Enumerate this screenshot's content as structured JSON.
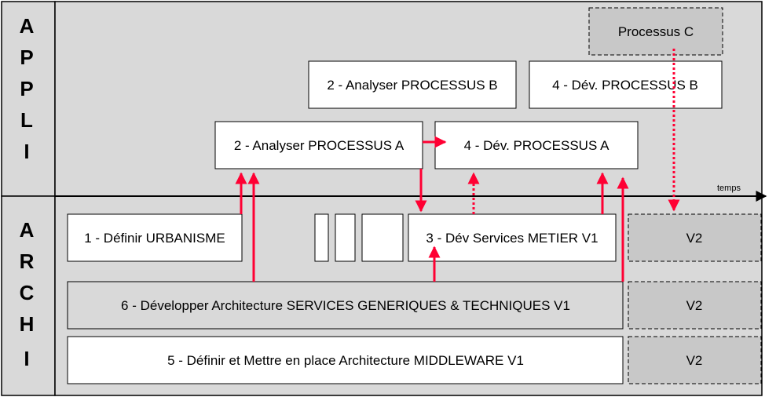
{
  "sections": {
    "appli": {
      "letters": [
        "A",
        "P",
        "P",
        "L",
        "I"
      ]
    },
    "archi": {
      "letters": [
        "A",
        "R",
        "C",
        "H",
        "I"
      ]
    }
  },
  "axis": {
    "label": "temps"
  },
  "boxes": {
    "processus_c": "Processus C",
    "analyser_b": "2 - Analyser PROCESSUS B",
    "dev_b": "4 - Dév. PROCESSUS B",
    "analyser_a": "2 - Analyser PROCESSUS A",
    "dev_a": "4 - Dév. PROCESSUS A",
    "urbanisme": "1 - Définir URBANISME",
    "services_metier": "3 - Dév Services METIER V1",
    "services_generiques": "6 - Développer Architecture SERVICES GENERIQUES & TECHNIQUES V1",
    "middleware": "5 - Définir et Mettre en place Architecture MIDDLEWARE V1",
    "v2_metier": "V2",
    "v2_generiques": "V2",
    "v2_middleware": "V2"
  },
  "colors": {
    "arrow": "#ff0033",
    "pending_fill": "#c8c8c8",
    "panel_bg": "#d9d9d9",
    "box_fill": "#ffffff"
  }
}
